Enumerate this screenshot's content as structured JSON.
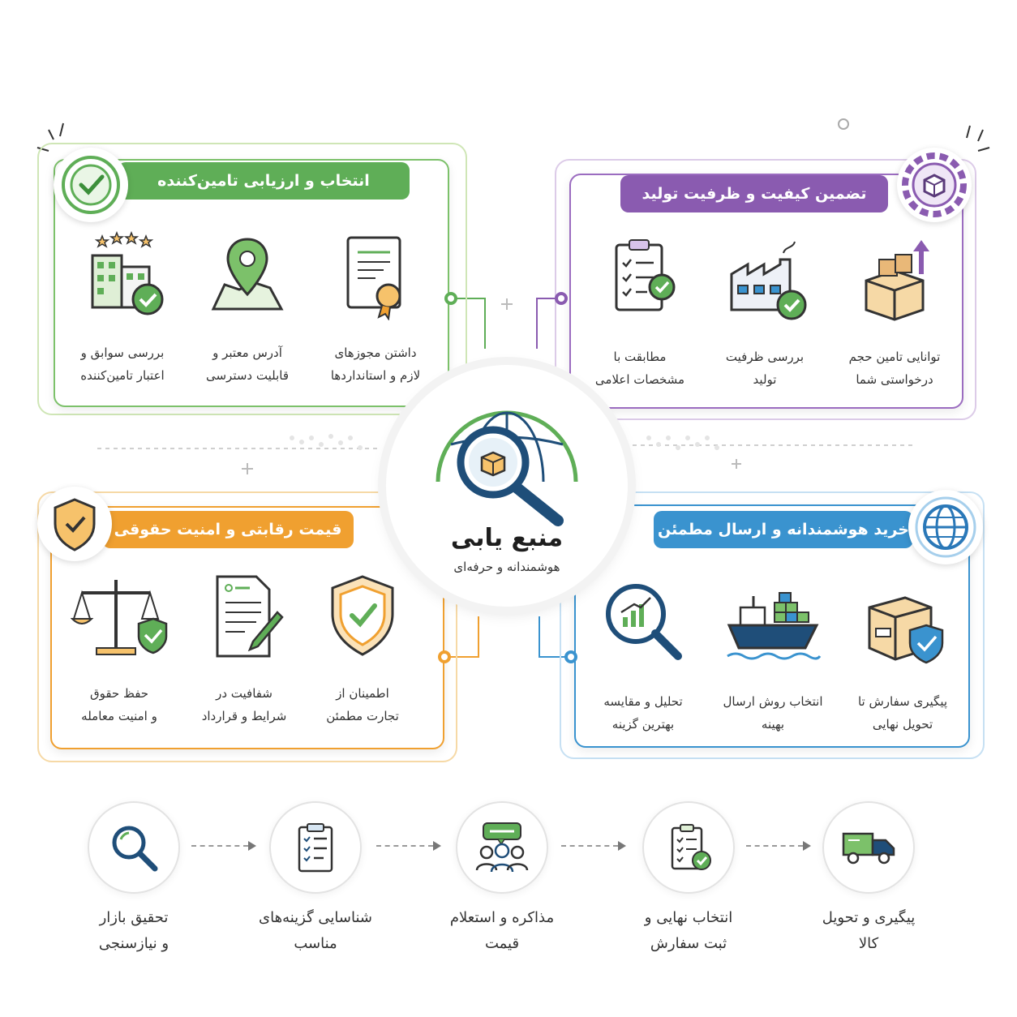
{
  "center": {
    "title": "منبع یابی",
    "subtitle": "هوشمندانه و حرفه‌ای"
  },
  "colors": {
    "green": "#5fae57",
    "purple": "#8a5bb0",
    "orange": "#f0a030",
    "blue": "#3a93cf",
    "navy": "#1f4e79"
  },
  "sections": {
    "supplier": {
      "title": "انتخاب و ارزیابی تامین‌کننده",
      "items": [
        {
          "line1": "داشتن مجوزهای",
          "line2": "لازم و استانداردها",
          "icon": "certificate-icon"
        },
        {
          "line1": "آدرس معتبر و",
          "line2": "قابلیت دسترسی",
          "icon": "map-pin-icon"
        },
        {
          "line1": "بررسی سوابق و",
          "line2": "اعتبار تامین‌کننده",
          "icon": "building-rating-icon"
        }
      ]
    },
    "quality": {
      "title": "تضمین کیفیت و ظرفیت تولید",
      "items": [
        {
          "line1": "توانایی تامین حجم",
          "line2": "درخواستی شما",
          "icon": "boxes-growth-icon"
        },
        {
          "line1": "بررسی ظرفیت",
          "line2": "تولید",
          "icon": "factory-icon"
        },
        {
          "line1": "مطابقت با",
          "line2": "مشخصات اعلامی",
          "icon": "checklist-icon"
        }
      ]
    },
    "price": {
      "title": "قیمت رقابتی و امنیت حقوقی",
      "items": [
        {
          "line1": "اطمینان از",
          "line2": "تجارت مطمئن",
          "icon": "shield-check-icon"
        },
        {
          "line1": "شفافیت در",
          "line2": "شرایط و قرارداد",
          "icon": "contract-icon"
        },
        {
          "line1": "حفظ حقوق",
          "line2": "و امنیت معامله",
          "icon": "scales-icon"
        }
      ]
    },
    "shipping": {
      "title": "خرید هوشمندانه و ارسال مطمئن",
      "items": [
        {
          "line1": "پیگیری سفارش تا",
          "line2": "تحویل نهایی",
          "icon": "box-shield-icon"
        },
        {
          "line1": "انتخاب روش ارسال",
          "line2": "بهینه",
          "icon": "cargo-ship-icon"
        },
        {
          "line1": "تحلیل و مقایسه",
          "line2": "بهترین گزینه",
          "icon": "analysis-icon"
        }
      ]
    }
  },
  "steps": [
    {
      "line1": "پیگیری و تحویل",
      "line2": "کالا",
      "icon": "truck-icon"
    },
    {
      "line1": "انتخاب نهایی و",
      "line2": "ثبت سفارش",
      "icon": "clipboard-check-icon"
    },
    {
      "line1": "مذاکره و استعلام",
      "line2": "قیمت",
      "icon": "negotiation-icon"
    },
    {
      "line1": "شناسایی گزینه‌های",
      "line2": "مناسب",
      "icon": "clipboard-list-icon"
    },
    {
      "line1": "تحقیق بازار",
      "line2": "و نیازسنجی",
      "icon": "search-icon"
    }
  ]
}
